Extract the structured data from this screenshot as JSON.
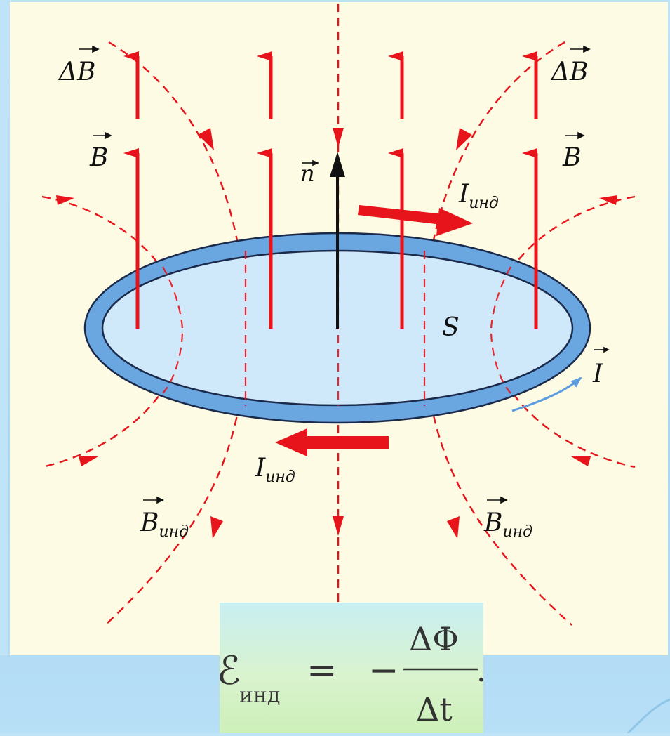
{
  "labels": {
    "delta_b": "ΔB",
    "b": "B",
    "n": "n",
    "i_ind": "I",
    "ind_sub": "инд",
    "s": "S",
    "i": "I",
    "b_ind": "B"
  },
  "formula": {
    "emf_symbol": "ℰ",
    "emf_sub": "инд",
    "equals": "=",
    "minus": "−",
    "numerator": "ΔΦ",
    "denominator": "Δt",
    "period": "."
  },
  "colors": {
    "field_red": "#e8141b",
    "ring_blue": "#6aa6e0",
    "ring_fill": "#cfe8fa",
    "panel": "#fdfbe3",
    "background": "#bfe3f7"
  }
}
